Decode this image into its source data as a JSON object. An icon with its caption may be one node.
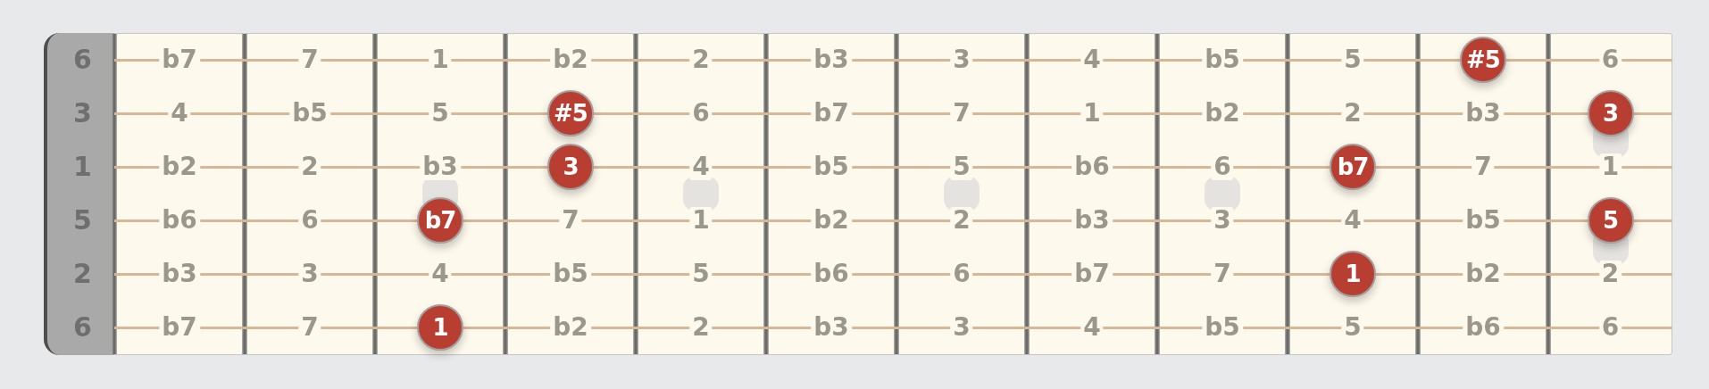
{
  "diagram": {
    "nodes": [
      {
        "text": [
          "#5"
        ]
      },
      {
        "text": [
          "#5"
        ]
      },
      {
        "text": [
          "3"
        ]
      },
      {
        "text": [
          "3"
        ]
      },
      {
        "text": [
          "b7"
        ]
      },
      {
        "text": [
          "b7"
        ]
      },
      {
        "text": [
          "5"
        ]
      },
      {
        "text": [
          "1"
        ]
      },
      {
        "text": [
          "1"
        ]
      }
    ],
    "labels": [
      "6",
      "b7",
      "7",
      "1",
      "b2",
      "2",
      "b3",
      "3",
      "4",
      "b5",
      "5",
      "6",
      "3",
      "4",
      "b5",
      "5",
      "6",
      "b7",
      "7",
      "1",
      "b2",
      "2",
      "b3",
      "1",
      "b2",
      "2",
      "b3",
      "4",
      "b5",
      "5",
      "b6",
      "6",
      "7",
      "1",
      "5",
      "b6",
      "6",
      "7",
      "1",
      "b2",
      "2",
      "b3",
      "3",
      "4",
      "b5",
      "2",
      "b3",
      "3",
      "4",
      "b5",
      "5",
      "b6",
      "6",
      "b7",
      "7",
      "b2",
      "2",
      "6",
      "b7",
      "7",
      "b2",
      "2",
      "b3",
      "3",
      "4",
      "b5",
      "5",
      "b6",
      "6"
    ]
  }
}
